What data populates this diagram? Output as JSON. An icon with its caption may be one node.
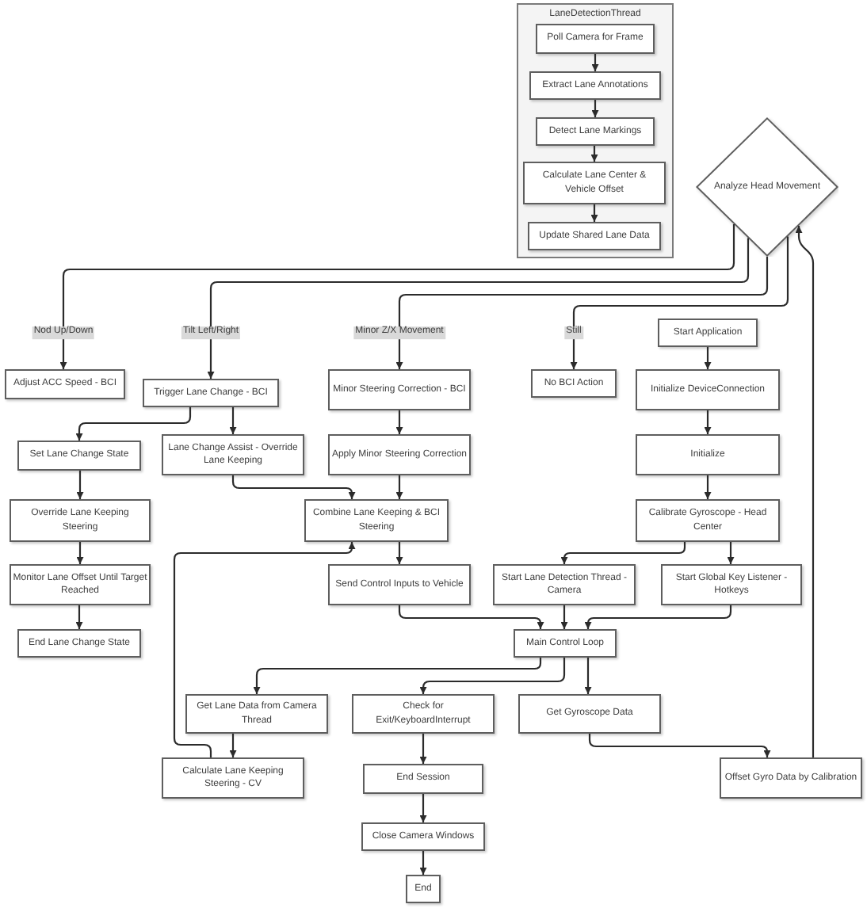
{
  "diagram": {
    "nodes": [
      {
        "text": [
          "LaneDetectionThread"
        ]
      },
      {
        "text": [
          "Poll Camera for Frame"
        ],
        "in": 0
      },
      {
        "text": [
          "Extract Lane Annotations"
        ],
        "in": 0
      },
      {
        "text": [
          "Detect Lane Markings"
        ],
        "in": 0
      },
      {
        "text": [
          "Calculate Lane Center & Vehicle Offset"
        ],
        "in": 0
      },
      {
        "text": [
          "Update Shared Lane Data"
        ],
        "in": 0
      },
      {
        "text": [
          "Analyze Head Movement"
        ]
      },
      {
        "text": [
          "Adjust ACC Speed - BCI"
        ]
      },
      {
        "text": [
          "Trigger Lane Change - BCI"
        ]
      },
      {
        "text": [
          "Minor Steering Correction - BCI"
        ]
      },
      {
        "text": [
          "No BCI Action"
        ]
      },
      {
        "text": [
          "Start Application"
        ]
      },
      {
        "text": [
          "Initialize DeviceConnection"
        ]
      },
      {
        "text": [
          "Set Lane Change State"
        ]
      },
      {
        "text": [
          "Lane Change Assist - Override Lane Keeping"
        ]
      },
      {
        "text": [
          "Apply Minor Steering Correction"
        ]
      },
      {
        "text": [
          "Initialize"
        ]
      },
      {
        "text": [
          "Override Lane Keeping Steering"
        ]
      },
      {
        "text": [
          "Combine Lane Keeping & BCI Steering"
        ]
      },
      {
        "text": [
          "Calibrate Gyroscope - Head Center"
        ]
      },
      {
        "text": [
          "Monitor Lane Offset Until Target Reached"
        ]
      },
      {
        "text": [
          "Send Control Inputs to Vehicle"
        ]
      },
      {
        "text": [
          "Start Lane Detection Thread - Camera"
        ]
      },
      {
        "text": [
          "Start Global Key Listener - Hotkeys"
        ]
      },
      {
        "text": [
          "End Lane Change State"
        ]
      },
      {
        "text": [
          "Main Control Loop"
        ]
      },
      {
        "text": [
          "Get Lane Data from Camera Thread"
        ]
      },
      {
        "text": [
          "Check for Exit/KeyboardInterrupt"
        ]
      },
      {
        "text": [
          "Get Gyroscope Data"
        ]
      },
      {
        "text": [
          "Calculate Lane Keeping Steering - CV"
        ]
      },
      {
        "text": [
          "Offset Gyro Data by Calibration"
        ]
      },
      {
        "text": [
          "End Session"
        ]
      },
      {
        "text": [
          "Close Camera Windows"
        ]
      },
      {
        "text": [
          "End"
        ]
      }
    ],
    "edges": [
      {
        "from": 1,
        "to": 2,
        "arrow": "to"
      },
      {
        "from": 2,
        "to": 3,
        "arrow": "to"
      },
      {
        "from": 3,
        "to": 4,
        "arrow": "to"
      },
      {
        "from": 4,
        "to": 5,
        "arrow": "to"
      },
      {
        "from": 6,
        "to": 7,
        "arrow": "to",
        "label": "Nod Up/Down"
      },
      {
        "from": 6,
        "to": 8,
        "arrow": "to",
        "label": "Tilt Left/Right"
      },
      {
        "from": 6,
        "to": 9,
        "arrow": "to",
        "label": "Minor Z/X Movement"
      },
      {
        "from": 6,
        "to": 10,
        "arrow": "to",
        "label": "Still"
      },
      {
        "from": 11,
        "to": 12,
        "arrow": "to"
      },
      {
        "from": 12,
        "to": 16,
        "arrow": "to"
      },
      {
        "from": 16,
        "to": 19,
        "arrow": "to"
      },
      {
        "from": 8,
        "to": 13,
        "arrow": "to"
      },
      {
        "from": 8,
        "to": 14,
        "arrow": "to"
      },
      {
        "from": 9,
        "to": 15,
        "arrow": "to"
      },
      {
        "from": 13,
        "to": 17,
        "arrow": "to"
      },
      {
        "from": 14,
        "to": 18,
        "arrow": "to"
      },
      {
        "from": 15,
        "to": 18,
        "arrow": "to"
      },
      {
        "from": 17,
        "to": 20,
        "arrow": "to"
      },
      {
        "from": 18,
        "to": 21,
        "arrow": "to"
      },
      {
        "from": 19,
        "to": 22,
        "arrow": "to"
      },
      {
        "from": 19,
        "to": 23,
        "arrow": "to"
      },
      {
        "from": 20,
        "to": 24,
        "arrow": "to"
      },
      {
        "from": 21,
        "to": 25,
        "arrow": "to"
      },
      {
        "from": 22,
        "to": 25,
        "arrow": "to"
      },
      {
        "from": 23,
        "to": 25,
        "arrow": "to"
      },
      {
        "from": 25,
        "to": 26,
        "arrow": "to"
      },
      {
        "from": 25,
        "to": 27,
        "arrow": "to"
      },
      {
        "from": 25,
        "to": 28,
        "arrow": "to"
      },
      {
        "from": 26,
        "to": 29,
        "arrow": "to"
      },
      {
        "from": 27,
        "to": 31,
        "arrow": "to"
      },
      {
        "from": 28,
        "to": 30,
        "arrow": "to"
      },
      {
        "from": 29,
        "to": 18,
        "arrow": "to"
      },
      {
        "from": 30,
        "to": 6,
        "arrow": "to"
      },
      {
        "from": 31,
        "to": 32,
        "arrow": "to"
      },
      {
        "from": 32,
        "to": 33,
        "arrow": "to"
      }
    ]
  }
}
